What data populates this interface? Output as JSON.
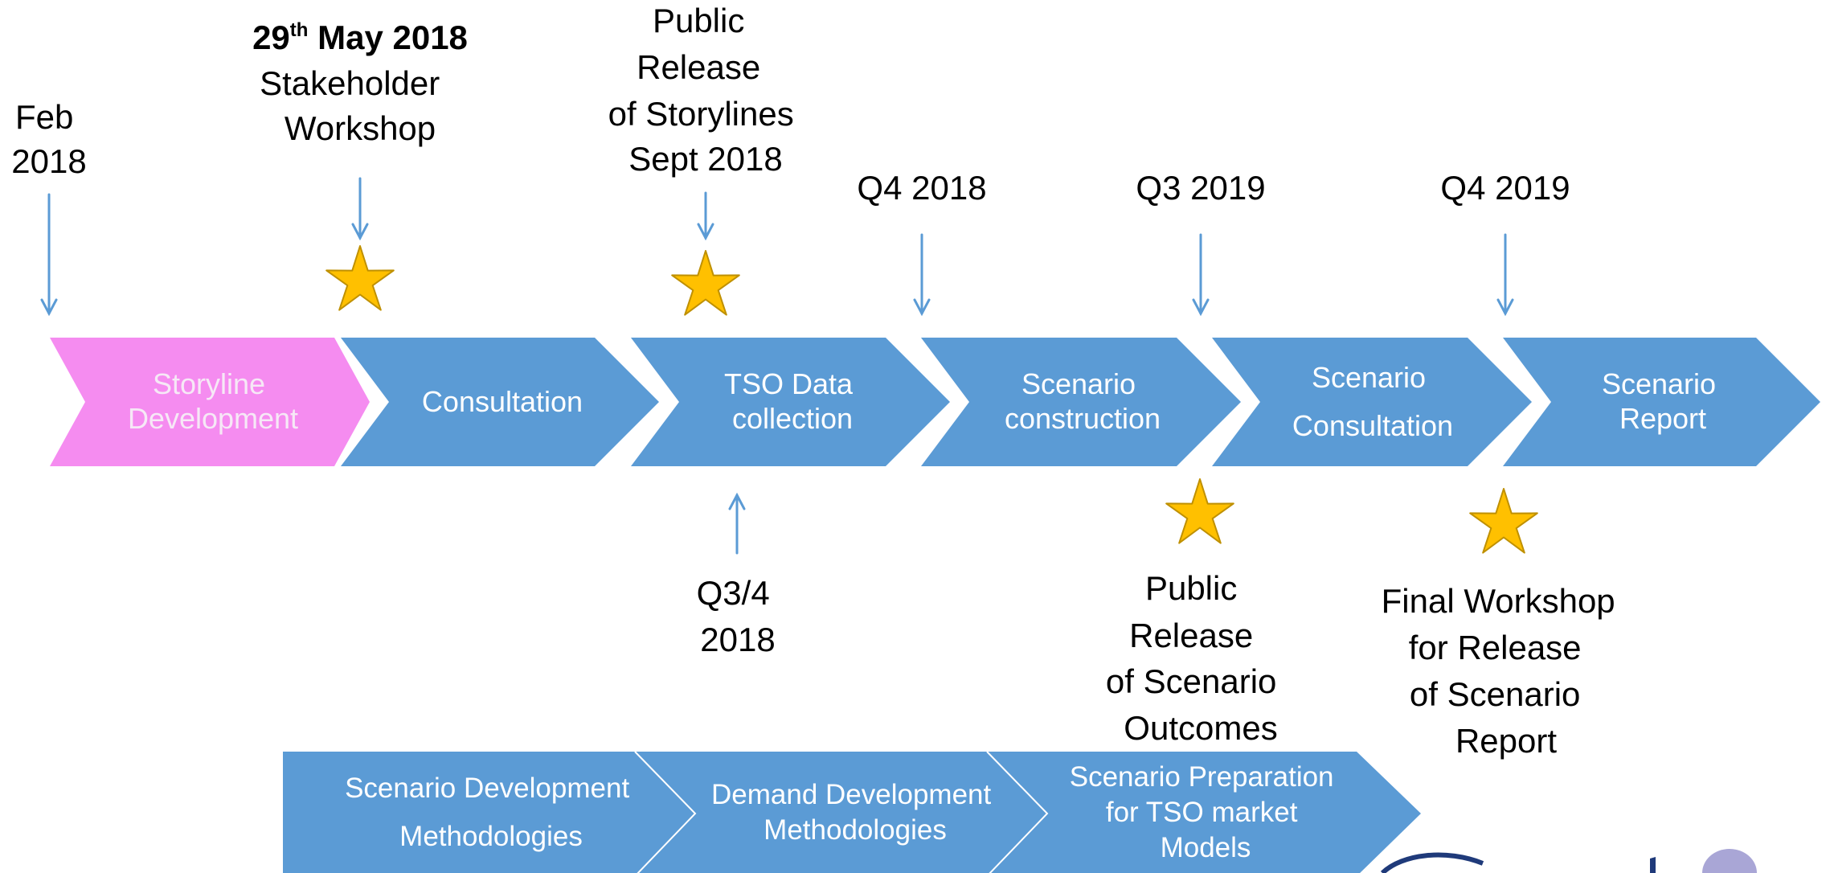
{
  "colors": {
    "chevron_blue": "#5b9bd5",
    "chevron_pink": "#f58cf0",
    "star_fill": "#ffc000",
    "star_stroke": "#bf9000",
    "arrow": "#5b9bd5",
    "text": "#000000"
  },
  "top_labels": {
    "feb": [
      "Feb",
      "2018"
    ],
    "may_date": "29",
    "may_date_sup": "th",
    "may_date_rest": " May 2018",
    "may_event": [
      "Stakeholder",
      "Workshop"
    ],
    "sept": [
      "Public",
      "Release",
      "of Storylines",
      "Sept 2018"
    ],
    "q4_2018": "Q4 2018",
    "q3_2019": "Q3 2019",
    "q4_2019": "Q4 2019"
  },
  "chevrons": [
    {
      "lines": [
        "Storyline",
        "Development"
      ],
      "style": "pink"
    },
    {
      "lines": [
        "Consultation"
      ],
      "style": "blue"
    },
    {
      "lines": [
        "TSO Data",
        "collection"
      ],
      "style": "blue"
    },
    {
      "lines": [
        "Scenario",
        "construction"
      ],
      "style": "blue"
    },
    {
      "lines": [
        "Scenario",
        "Consultation"
      ],
      "style": "blue"
    },
    {
      "lines": [
        "Scenario",
        "Report"
      ],
      "style": "blue"
    }
  ],
  "bottom_labels": {
    "q34": [
      "Q3/4",
      "2018"
    ],
    "public_release": [
      "Public",
      "Release",
      "of Scenario",
      "Outcomes"
    ],
    "final_workshop": [
      "Final Workshop",
      "for Release",
      "of Scenario",
      "Report"
    ]
  },
  "bottom_chevrons": [
    {
      "lines": [
        "Scenario Development",
        "Methodologies"
      ]
    },
    {
      "lines": [
        "Demand Development",
        "Methodologies"
      ]
    },
    {
      "lines": [
        "Scenario Preparation",
        "for TSO market",
        "Models"
      ]
    }
  ]
}
